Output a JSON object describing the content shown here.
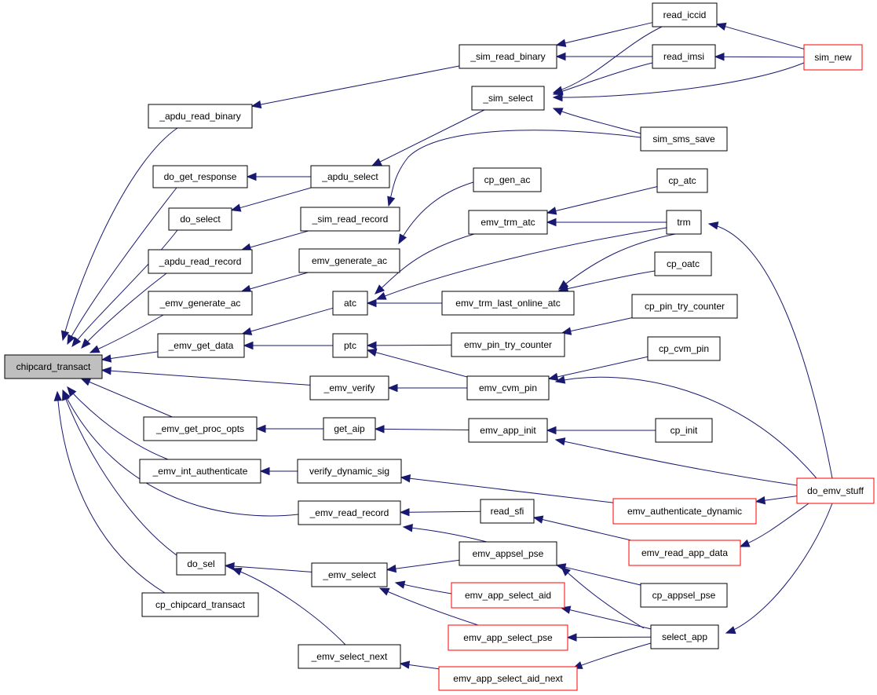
{
  "colors": {
    "edge": "#191970",
    "node_border": "#000000",
    "truncated_border": "#ff0000",
    "root_fill": "#bfbfbf",
    "background": "#ffffff"
  },
  "nodes": [
    {
      "id": "chipcard_transact",
      "label": "chipcard_transact",
      "root": true
    },
    {
      "id": "apdu_read_binary",
      "label": "_apdu_read_binary"
    },
    {
      "id": "do_get_response",
      "label": "do_get_response"
    },
    {
      "id": "do_select",
      "label": "do_select"
    },
    {
      "id": "apdu_read_record",
      "label": "_apdu_read_record"
    },
    {
      "id": "emv_generate_ac_u",
      "label": "_emv_generate_ac"
    },
    {
      "id": "emv_get_data",
      "label": "_emv_get_data"
    },
    {
      "id": "emv_get_proc_opts",
      "label": "_emv_get_proc_opts"
    },
    {
      "id": "emv_int_authenticate",
      "label": "_emv_int_authenticate"
    },
    {
      "id": "do_sel",
      "label": "do_sel"
    },
    {
      "id": "cp_chipcard_transact",
      "label": "cp_chipcard_transact"
    },
    {
      "id": "sim_read_binary",
      "label": "_sim_read_binary"
    },
    {
      "id": "sim_select",
      "label": "_sim_select"
    },
    {
      "id": "apdu_select",
      "label": "_apdu_select"
    },
    {
      "id": "sim_read_record",
      "label": "_sim_read_record"
    },
    {
      "id": "emv_generate_ac",
      "label": "emv_generate_ac"
    },
    {
      "id": "atc",
      "label": "atc"
    },
    {
      "id": "ptc",
      "label": "ptc"
    },
    {
      "id": "emv_verify",
      "label": "_emv_verify"
    },
    {
      "id": "get_aip",
      "label": "get_aip"
    },
    {
      "id": "verify_dynamic_sig",
      "label": "verify_dynamic_sig"
    },
    {
      "id": "emv_read_record",
      "label": "_emv_read_record"
    },
    {
      "id": "emv_select",
      "label": "_emv_select"
    },
    {
      "id": "emv_select_next",
      "label": "_emv_select_next"
    },
    {
      "id": "cp_gen_ac",
      "label": "cp_gen_ac"
    },
    {
      "id": "emv_trm_atc",
      "label": "emv_trm_atc"
    },
    {
      "id": "emv_trm_last_online_atc",
      "label": "emv_trm_last_online_atc"
    },
    {
      "id": "emv_pin_try_counter",
      "label": "emv_pin_try_counter"
    },
    {
      "id": "emv_cvm_pin",
      "label": "emv_cvm_pin"
    },
    {
      "id": "emv_app_init",
      "label": "emv_app_init"
    },
    {
      "id": "emv_authenticate_dynamic",
      "label": "emv_authenticate_dynamic",
      "truncated": true
    },
    {
      "id": "read_sfi",
      "label": "read_sfi"
    },
    {
      "id": "emv_appsel_pse",
      "label": "emv_appsel_pse"
    },
    {
      "id": "emv_read_app_data",
      "label": "emv_read_app_data",
      "truncated": true
    },
    {
      "id": "emv_app_select_aid",
      "label": "emv_app_select_aid",
      "truncated": true
    },
    {
      "id": "emv_app_select_pse",
      "label": "emv_app_select_pse",
      "truncated": true
    },
    {
      "id": "emv_app_select_aid_next",
      "label": "emv_app_select_aid_next",
      "truncated": true
    },
    {
      "id": "read_iccid",
      "label": "read_iccid"
    },
    {
      "id": "read_imsi",
      "label": "read_imsi"
    },
    {
      "id": "sim_sms_save",
      "label": "sim_sms_save"
    },
    {
      "id": "cp_atc",
      "label": "cp_atc"
    },
    {
      "id": "trm",
      "label": "trm"
    },
    {
      "id": "cp_oatc",
      "label": "cp_oatc"
    },
    {
      "id": "cp_pin_try_counter",
      "label": "cp_pin_try_counter"
    },
    {
      "id": "cp_cvm_pin",
      "label": "cp_cvm_pin"
    },
    {
      "id": "cp_init",
      "label": "cp_init"
    },
    {
      "id": "cp_appsel_pse",
      "label": "cp_appsel_pse"
    },
    {
      "id": "select_app",
      "label": "select_app"
    },
    {
      "id": "sim_new",
      "label": "sim_new",
      "truncated": true
    },
    {
      "id": "do_emv_stuff",
      "label": "do_emv_stuff",
      "truncated": true
    }
  ],
  "edges": [
    {
      "from": "apdu_read_binary",
      "to": "chipcard_transact"
    },
    {
      "from": "do_get_response",
      "to": "chipcard_transact"
    },
    {
      "from": "do_select",
      "to": "chipcard_transact"
    },
    {
      "from": "apdu_read_record",
      "to": "chipcard_transact"
    },
    {
      "from": "emv_generate_ac_u",
      "to": "chipcard_transact"
    },
    {
      "from": "emv_get_data",
      "to": "chipcard_transact"
    },
    {
      "from": "emv_get_proc_opts",
      "to": "chipcard_transact"
    },
    {
      "from": "emv_int_authenticate",
      "to": "chipcard_transact"
    },
    {
      "from": "emv_verify",
      "to": "chipcard_transact"
    },
    {
      "from": "emv_read_record",
      "to": "chipcard_transact"
    },
    {
      "from": "do_sel",
      "to": "chipcard_transact"
    },
    {
      "from": "cp_chipcard_transact",
      "to": "chipcard_transact"
    },
    {
      "from": "sim_read_binary",
      "to": "apdu_read_binary"
    },
    {
      "from": "apdu_select",
      "to": "do_get_response"
    },
    {
      "from": "apdu_select",
      "to": "do_select"
    },
    {
      "from": "sim_read_record",
      "to": "apdu_read_record"
    },
    {
      "from": "emv_generate_ac",
      "to": "emv_generate_ac_u"
    },
    {
      "from": "atc",
      "to": "emv_get_data"
    },
    {
      "from": "ptc",
      "to": "emv_get_data"
    },
    {
      "from": "emv_cvm_pin",
      "to": "emv_verify"
    },
    {
      "from": "get_aip",
      "to": "emv_get_proc_opts"
    },
    {
      "from": "verify_dynamic_sig",
      "to": "emv_int_authenticate"
    },
    {
      "from": "read_sfi",
      "to": "emv_read_record"
    },
    {
      "from": "emv_appsel_pse",
      "to": "emv_read_record"
    },
    {
      "from": "emv_select",
      "to": "do_sel"
    },
    {
      "from": "emv_select_next",
      "to": "do_sel"
    },
    {
      "from": "read_iccid",
      "to": "sim_read_binary"
    },
    {
      "from": "read_imsi",
      "to": "sim_read_binary"
    },
    {
      "from": "sim_select",
      "to": "apdu_select"
    },
    {
      "from": "sim_sms_save",
      "to": "sim_read_record"
    },
    {
      "from": "cp_gen_ac",
      "to": "emv_generate_ac"
    },
    {
      "from": "emv_trm_atc",
      "to": "atc"
    },
    {
      "from": "emv_trm_last_online_atc",
      "to": "atc"
    },
    {
      "from": "trm",
      "to": "atc"
    },
    {
      "from": "emv_pin_try_counter",
      "to": "ptc"
    },
    {
      "from": "emv_cvm_pin",
      "to": "ptc"
    },
    {
      "from": "emv_app_init",
      "to": "get_aip"
    },
    {
      "from": "emv_authenticate_dynamic",
      "to": "verify_dynamic_sig"
    },
    {
      "from": "emv_read_app_data",
      "to": "read_sfi"
    },
    {
      "from": "emv_appsel_pse",
      "to": "emv_select"
    },
    {
      "from": "emv_app_select_aid",
      "to": "emv_select"
    },
    {
      "from": "emv_app_select_pse",
      "to": "emv_select"
    },
    {
      "from": "emv_app_select_aid_next",
      "to": "emv_select_next"
    },
    {
      "from": "read_iccid",
      "to": "sim_select"
    },
    {
      "from": "read_imsi",
      "to": "sim_select"
    },
    {
      "from": "sim_sms_save",
      "to": "sim_select"
    },
    {
      "from": "sim_new",
      "to": "sim_select"
    },
    {
      "from": "cp_atc",
      "to": "emv_trm_atc"
    },
    {
      "from": "trm",
      "to": "emv_trm_atc"
    },
    {
      "from": "cp_oatc",
      "to": "emv_trm_last_online_atc"
    },
    {
      "from": "trm",
      "to": "emv_trm_last_online_atc"
    },
    {
      "from": "cp_pin_try_counter",
      "to": "emv_pin_try_counter"
    },
    {
      "from": "cp_cvm_pin",
      "to": "emv_cvm_pin"
    },
    {
      "from": "do_emv_stuff",
      "to": "emv_cvm_pin"
    },
    {
      "from": "cp_init",
      "to": "emv_app_init"
    },
    {
      "from": "do_emv_stuff",
      "to": "emv_app_init"
    },
    {
      "from": "do_emv_stuff",
      "to": "emv_authenticate_dynamic"
    },
    {
      "from": "do_emv_stuff",
      "to": "emv_read_app_data"
    },
    {
      "from": "cp_appsel_pse",
      "to": "emv_appsel_pse"
    },
    {
      "from": "select_app",
      "to": "emv_appsel_pse"
    },
    {
      "from": "select_app",
      "to": "emv_app_select_aid"
    },
    {
      "from": "select_app",
      "to": "emv_app_select_pse"
    },
    {
      "from": "select_app",
      "to": "emv_app_select_aid_next"
    },
    {
      "from": "sim_new",
      "to": "read_iccid"
    },
    {
      "from": "sim_new",
      "to": "read_imsi"
    },
    {
      "from": "do_emv_stuff",
      "to": "trm"
    },
    {
      "from": "do_emv_stuff",
      "to": "select_app"
    }
  ]
}
